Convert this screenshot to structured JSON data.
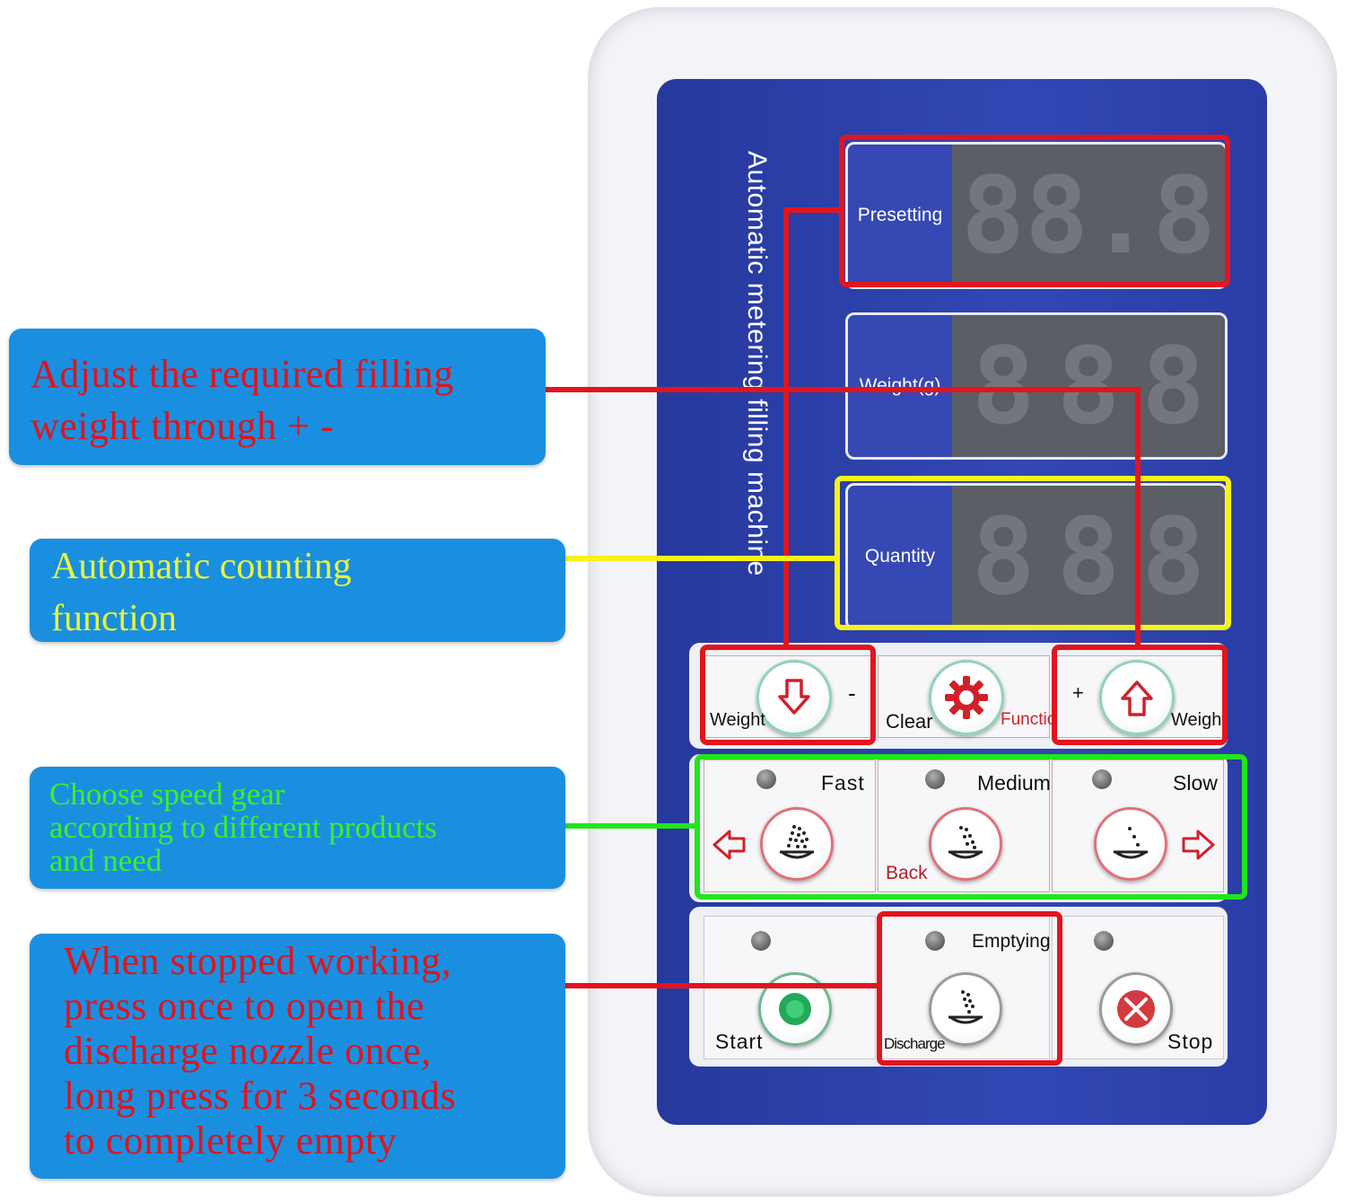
{
  "callouts": {
    "weight_adjust": "Adjust the required filling\nweight through + -",
    "counting": "Automatic counting\nfunction",
    "speed": "Choose speed gear\naccording to different products\nand need",
    "discharge": "When stopped working,\npress once to open the\ndischarge nozzle once,\nlong press for 3 seconds\nto completely empty"
  },
  "device": {
    "title": "Automatic metering filling machine",
    "displays": {
      "presetting": {
        "label": "Presetting",
        "digits": [
          "8",
          "8.",
          "8"
        ]
      },
      "weight": {
        "label": "Weight(g)",
        "digits": [
          "8",
          "8",
          "8"
        ]
      },
      "quantity": {
        "label": "Quantity",
        "digits": [
          "8",
          "8",
          "8"
        ]
      }
    },
    "keys": {
      "minus_label": "Weight",
      "minus_sign": "-",
      "clear_label": "Clear",
      "function_label": "Function",
      "plus_sign": "+",
      "plus_label": "Weight",
      "fast": "Fast",
      "medium": "Medium",
      "back": "Back",
      "slow": "Slow",
      "emptying": "Emptying",
      "start": "Start",
      "discharge": "Discharge",
      "stop": "Stop"
    }
  },
  "colors": {
    "panel_blue": "#2c3fa8",
    "callout_blue": "#1a8fe0",
    "highlight_red": "#e3141c",
    "highlight_yellow": "#f6f21a",
    "highlight_green": "#22e51b",
    "text_red": "#e0141c",
    "text_yellow": "#e8f53a",
    "text_green": "#3df02a"
  }
}
